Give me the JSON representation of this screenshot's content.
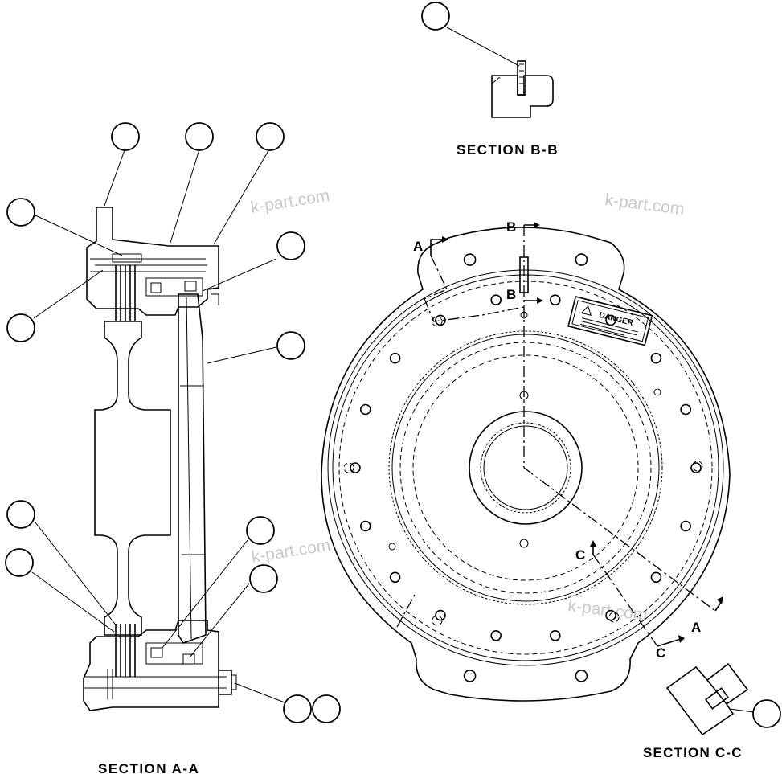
{
  "labels": {
    "section_aa": "SECTION  A-A",
    "section_bb": "SECTION  B-B",
    "section_cc": "SECTION C-C",
    "cut_a": "A",
    "cut_b": "B",
    "cut_c": "C"
  },
  "warning_plate": {
    "title": "DANGER"
  },
  "watermark": "k-part.com",
  "callout_count": 15
}
